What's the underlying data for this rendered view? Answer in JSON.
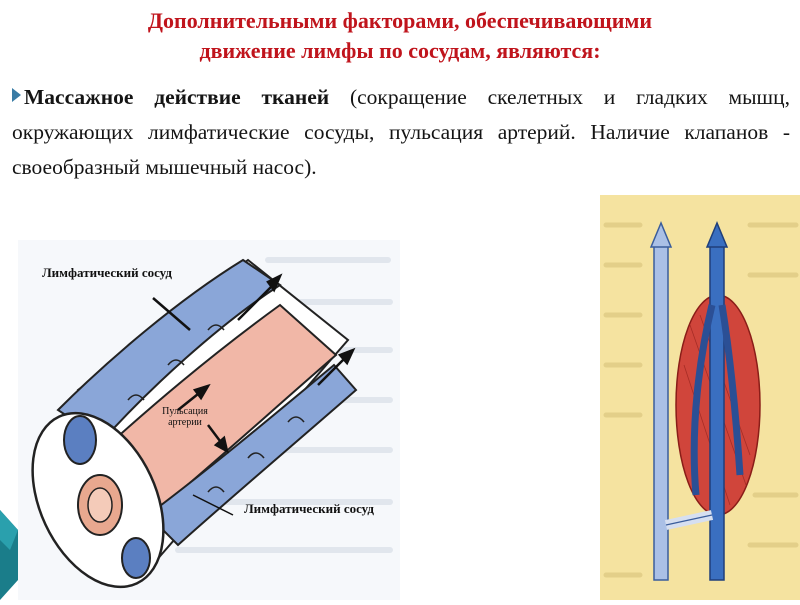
{
  "slide": {
    "title_line1": "Дополнительными факторами, обеспечивающими",
    "title_line2": "движение лимфы по сосудам, являются:",
    "paragraph_bold": "Массажное действие тканей",
    "paragraph_rest": " (сокращение скелетных и гладких мышц, окружающих лимфатические сосуды, пульсация артерий. Наличие клапанов - своеобразный мышечный насос).",
    "accent_color": "#c0141c",
    "bullet_icon": "arrow-bullet-icon"
  },
  "figure_left": {
    "label_top": "Лимфатический сосуд",
    "label_middle": "Пульсация артерии",
    "label_bottom": "Лимфатический сосуд"
  },
  "figure_right": {
    "vessel_color": "#3a6fc0",
    "muscle_color": "#d0453b",
    "background_color": "#f5e3a0"
  }
}
